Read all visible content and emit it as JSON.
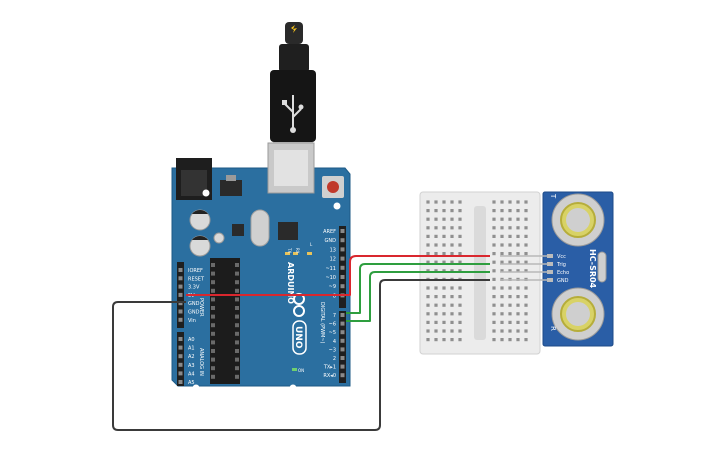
{
  "board": {
    "brand": "ARDUINO",
    "model": "UNO",
    "power_section_label": "POWER",
    "analog_section_label": "ANALOG IN",
    "digital_section_label": "DIGITAL (PWM~)",
    "on_label": "ON",
    "tx_label": "TX",
    "rx_label": "RX",
    "l_label": "L",
    "power_pins": [
      "IOREF",
      "RESET",
      "3.3V",
      "5V",
      "GND",
      "GND",
      "Vin"
    ],
    "analog_pins": [
      "A0",
      "A1",
      "A2",
      "A3",
      "A4",
      "A5"
    ],
    "digital_pins_top": [
      "AREF",
      "GND",
      "13",
      "12",
      "~11",
      "~10",
      "~9",
      "8"
    ],
    "digital_pins_bottom": [
      "7",
      "~6",
      "~5",
      "4",
      "~3",
      "2",
      "TX▸1",
      "RX◂0"
    ]
  },
  "sensor": {
    "model": "HC-SR04",
    "pins": [
      "Vcc",
      "Trig",
      "Echo",
      "GND"
    ],
    "tx_label": "T",
    "rx_label": "R"
  },
  "colors": {
    "board": "#2b6fa0",
    "board_edge": "#1d5a86",
    "sensor": "#2a5ea6",
    "breadboard": "#ececec",
    "wire_red": "#d9272e",
    "wire_green": "#2e9e3f",
    "wire_black": "#3a3a3a"
  }
}
